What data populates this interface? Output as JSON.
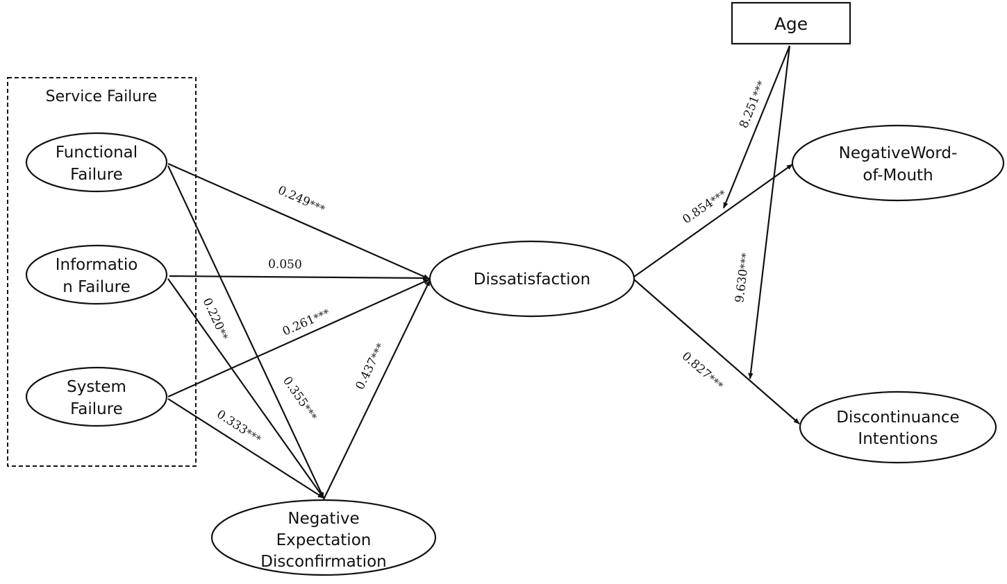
{
  "group_label": "Service Failure",
  "nodes": {
    "functional": [
      "Functional",
      "Failure"
    ],
    "information": [
      "Informatio",
      "n Failure"
    ],
    "system": [
      "System",
      "Failure"
    ],
    "ned": [
      "Negative",
      "Expectation",
      "Disconfirmation"
    ],
    "dissatisfaction": [
      "Dissatisfaction"
    ],
    "nwom": [
      "NegativeWord-",
      "of-Mouth"
    ],
    "discontinuance": [
      "Discontinuance",
      "Intentions"
    ],
    "age": [
      "Age"
    ]
  },
  "paths": {
    "functional_dissatisfaction": {
      "coef": "0.249",
      "stars": "***"
    },
    "information_dissatisfaction": {
      "coef": "0.050",
      "stars": ""
    },
    "system_dissatisfaction": {
      "coef": "0.261",
      "stars": "***"
    },
    "functional_ned": {
      "coef": "0.220",
      "stars": "**"
    },
    "information_ned": {
      "coef": "0.355",
      "stars": "***"
    },
    "system_ned": {
      "coef": "0.333",
      "stars": "***"
    },
    "ned_dissatisfaction": {
      "coef": "0.437",
      "stars": "***"
    },
    "dissatisfaction_nwom": {
      "coef": "0.854",
      "stars": "***"
    },
    "dissatisfaction_discontinuance": {
      "coef": "0.827",
      "stars": "***"
    },
    "age_nwom": {
      "coef": "8.251",
      "stars": "***"
    },
    "age_discontinuance": {
      "coef": "9.630",
      "stars": "***"
    }
  }
}
